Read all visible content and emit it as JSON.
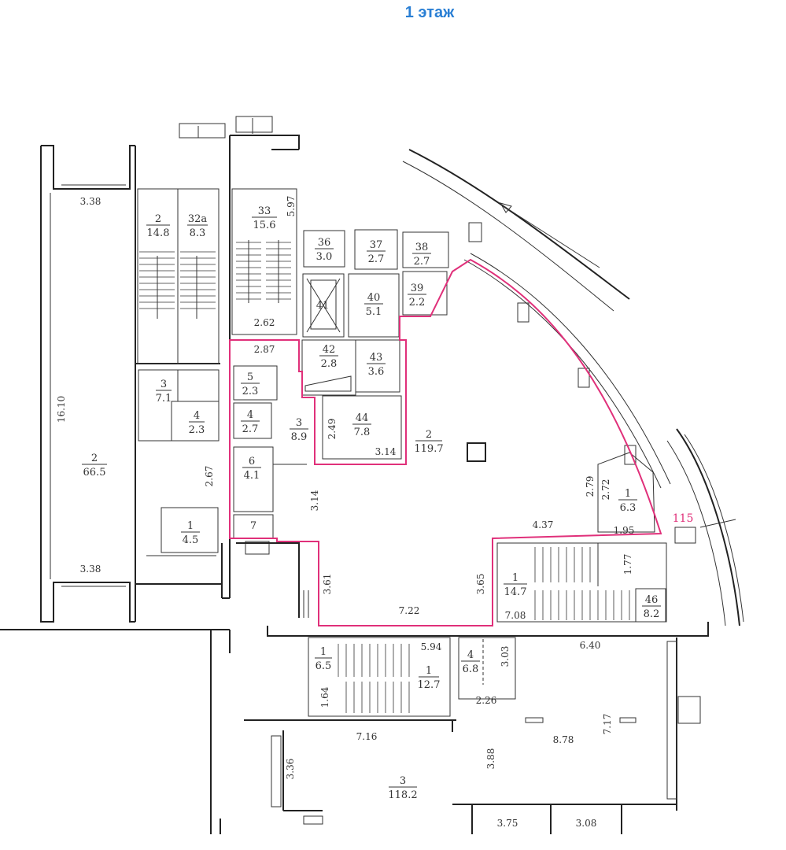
{
  "header": {
    "title": "1 этаж"
  },
  "marker": "115",
  "rooms": [
    {
      "id": "2a",
      "num": "2",
      "area": "66.5"
    },
    {
      "id": "2b",
      "num": "2",
      "area": "14.8"
    },
    {
      "id": "32a",
      "num": "32a",
      "area": "8.3"
    },
    {
      "id": "33",
      "num": "33",
      "area": "15.6"
    },
    {
      "id": "36",
      "num": "36",
      "area": "3.0"
    },
    {
      "id": "37",
      "num": "37",
      "area": "2.7"
    },
    {
      "id": "38",
      "num": "38",
      "area": "2.7"
    },
    {
      "id": "39",
      "num": "39",
      "area": "2.2"
    },
    {
      "id": "40",
      "num": "40",
      "area": "5.1"
    },
    {
      "id": "41",
      "num": "41",
      "area": ""
    },
    {
      "id": "42",
      "num": "42",
      "area": "2.8"
    },
    {
      "id": "43",
      "num": "43",
      "area": "3.6"
    },
    {
      "id": "44",
      "num": "44",
      "area": "7.8"
    },
    {
      "id": "3a",
      "num": "3",
      "area": "7.1"
    },
    {
      "id": "4a",
      "num": "4",
      "area": "2.3"
    },
    {
      "id": "1a",
      "num": "1",
      "area": "4.5"
    },
    {
      "id": "5",
      "num": "5",
      "area": "2.3"
    },
    {
      "id": "4b",
      "num": "4",
      "area": "2.7"
    },
    {
      "id": "3b",
      "num": "3",
      "area": "8.9"
    },
    {
      "id": "6",
      "num": "6",
      "area": "4.1"
    },
    {
      "id": "7",
      "num": "7",
      "area": ""
    },
    {
      "id": "2c",
      "num": "2",
      "area": "119.7"
    },
    {
      "id": "1b",
      "num": "1",
      "area": "6.3"
    },
    {
      "id": "1c",
      "num": "1",
      "area": "14.7"
    },
    {
      "id": "46",
      "num": "46",
      "area": "8.2"
    },
    {
      "id": "1d",
      "num": "1",
      "area": "6.5"
    },
    {
      "id": "1e",
      "num": "1",
      "area": "12.7"
    },
    {
      "id": "4c",
      "num": "4",
      "area": "6.8"
    },
    {
      "id": "3c",
      "num": "3",
      "area": "118.2"
    }
  ],
  "dimensions": [
    "3.38",
    "3.38",
    "16.10",
    "5.97",
    "2.62",
    "2.87",
    "2.67",
    "3.14",
    "2.49",
    "3.14",
    "3.61",
    "7.22",
    "3.65",
    "2.79",
    "2.72",
    "4.37",
    "1.95",
    "1.77",
    "7.08",
    "6.40",
    "5.94",
    "3.03",
    "1.64",
    "2.26",
    "7.16",
    "8.78",
    "7.17",
    "3.36",
    "3.88",
    "3.75",
    "3.08"
  ]
}
